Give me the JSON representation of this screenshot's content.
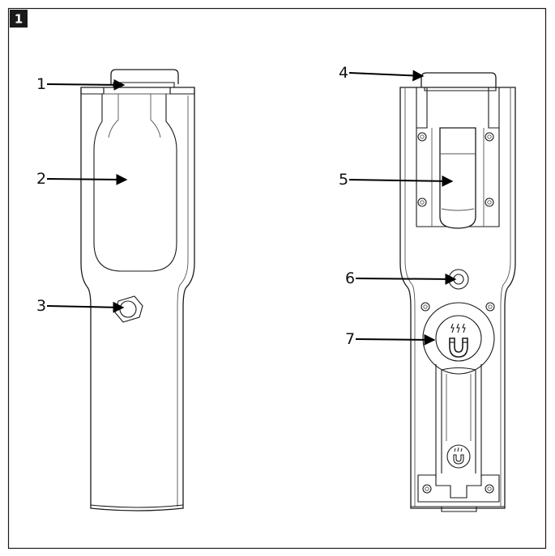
{
  "figure": {
    "number": "1"
  },
  "callouts": [
    {
      "id": "1",
      "label": "1"
    },
    {
      "id": "2",
      "label": "2"
    },
    {
      "id": "3",
      "label": "3"
    },
    {
      "id": "4",
      "label": "4"
    },
    {
      "id": "5",
      "label": "5"
    },
    {
      "id": "6",
      "label": "6"
    },
    {
      "id": "7",
      "label": "7"
    }
  ],
  "icons": {
    "magnet_large": "magnet-icon",
    "magnet_small": "magnet-icon"
  },
  "colors": {
    "line": "#1a1a1a",
    "badge": "#1a1a1a",
    "background": "#ffffff"
  }
}
